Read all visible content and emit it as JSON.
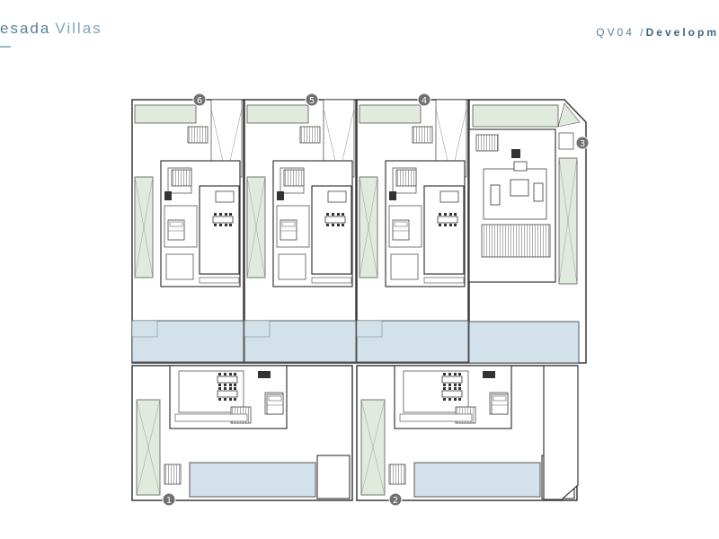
{
  "header": {
    "brand_a": "esada",
    "brand_b": "Villas",
    "code": "QV04",
    "separator": "/",
    "section": "Developm"
  },
  "plan": {
    "unit_markers": [
      "1",
      "2",
      "3",
      "4",
      "5",
      "6"
    ]
  },
  "colors": {
    "brand": "#5a7f9a",
    "garden": "#e1ebdd",
    "pool": "#d3e2ea",
    "wall": "#3a3a3a",
    "marker_fill": "#707070"
  }
}
